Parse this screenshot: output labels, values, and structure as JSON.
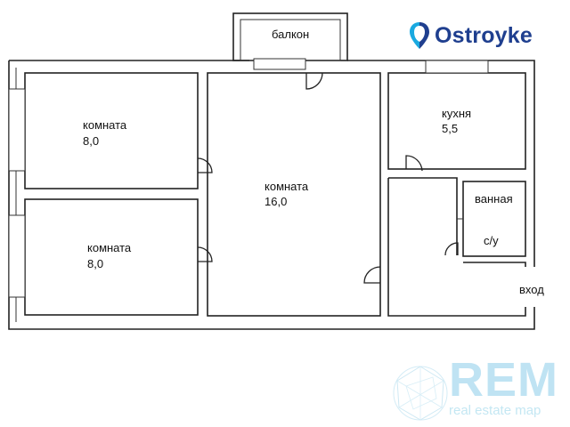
{
  "rooms": {
    "balcony": {
      "name": "балкон"
    },
    "room_top_left": {
      "name": "комната",
      "area": "8,0"
    },
    "room_bottom_left": {
      "name": "комната",
      "area": "8,0"
    },
    "room_center": {
      "name": "комната",
      "area": "16,0"
    },
    "kitchen": {
      "name": "кухня",
      "area": "5,5"
    },
    "bathroom": {
      "name": "ванная"
    },
    "toilet": {
      "name": "с/у"
    },
    "entrance": {
      "name": "вход"
    }
  },
  "watermarks": {
    "brand": "Ostroyke",
    "rem_title": "REM",
    "rem_subtitle": "real estate map"
  },
  "colors": {
    "wall": "#222222",
    "brand_blue": "#1f3f8f",
    "brand_cyan": "#1aa9e0",
    "rem_light": "#bfe3f3"
  },
  "icons": {
    "brand_logo": "location-pin-icon",
    "rem_logo": "polygon-network-icon"
  }
}
